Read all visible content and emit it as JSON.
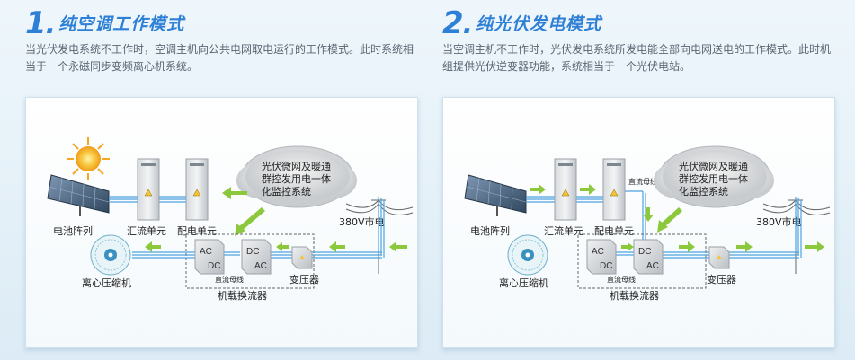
{
  "panels": [
    {
      "number": "1",
      "title": "纯空调工作模式",
      "description": "当光伏发电系统不工作时，空调主机向公共电网取电运行的工作模式。此时系统相当于一个永磁同步变频离心机系统。",
      "diagram": {
        "solar_label": "电池阵列",
        "combiner_label": "汇流单元",
        "distribution_label": "配电单元",
        "cloud_line1": "光伏微网及暖通",
        "cloud_line2": "群控发用电一体",
        "cloud_line3": "化监控系统",
        "grid_label": "380V市电",
        "compressor_label": "离心压缩机",
        "converter_label": "机载换流器",
        "transformer_label": "变压器",
        "dc_bus_label": "直流母线",
        "ac": "AC",
        "dc": "DC"
      }
    },
    {
      "number": "2",
      "title": "纯光伏发电模式",
      "description": "当空调主机不工作时，光伏发电系统所发电能全部向电网送电的工作模式。此时机组提供光伏逆变器功能，系统相当于一个光伏电站。",
      "diagram": {
        "solar_label": "电池阵列",
        "combiner_label": "汇流单元",
        "distribution_label": "配电单元",
        "cloud_line1": "光伏微网及暖通",
        "cloud_line2": "群控发用电一体",
        "cloud_line3": "化监控系统",
        "grid_label": "380V市电",
        "compressor_label": "离心压缩机",
        "converter_label": "机载换流器",
        "transformer_label": "变压器",
        "dc_bus_label": "直流母线",
        "top_dc_bus_label": "直流母线",
        "ac": "AC",
        "dc": "DC"
      }
    }
  ],
  "colors": {
    "heading": "#2e7fd6",
    "wire": "#4da3e0",
    "arrow": "#8cc83c"
  }
}
